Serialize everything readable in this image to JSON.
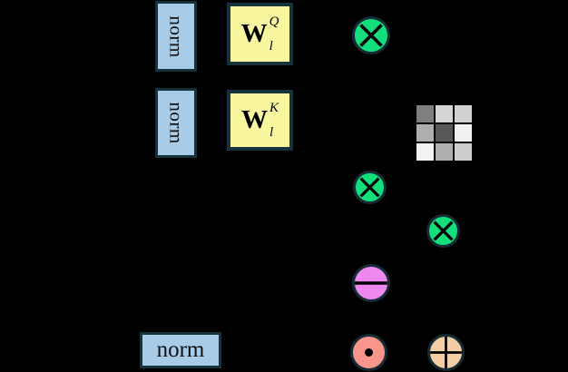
{
  "figure": {
    "description": "attention-mechanism block diagram on black background",
    "background": "#000000",
    "norm_vertical_1": {
      "label": "norm"
    },
    "norm_vertical_2": {
      "label": "norm"
    },
    "norm_bottom": {
      "label": "norm"
    },
    "weight_q": {
      "base": "W",
      "superscript": "Q",
      "subscript": "l"
    },
    "weight_k": {
      "base": "W",
      "superscript": "K",
      "subscript": "l"
    },
    "operators": {
      "multiply_top": {
        "symbol": "⊗",
        "meaning": "circled-times",
        "fill": "#13e07d"
      },
      "multiply_mid": {
        "symbol": "⊗",
        "meaning": "circled-times",
        "fill": "#13e07d"
      },
      "multiply_right": {
        "symbol": "⊗",
        "meaning": "circled-times",
        "fill": "#13e07d"
      },
      "subtract": {
        "symbol": "⊖",
        "meaning": "circled-minus",
        "fill": "#ee87ee"
      },
      "dot_product": {
        "symbol": "⊙",
        "meaning": "circled-dot",
        "fill": "#f8968c"
      },
      "add": {
        "symbol": "⊕",
        "meaning": "circled-plus",
        "fill": "#f3cda4"
      }
    },
    "attention_grid": {
      "rows": 3,
      "cols": 3,
      "cell_colors": [
        [
          "#7f7f7f",
          "#d5d5d5",
          "#d1d1d1"
        ],
        [
          "#aeaeae",
          "#575757",
          "#f0f0f0"
        ],
        [
          "#f2f2f2",
          "#aeaeae",
          "#cdcdcd"
        ]
      ]
    },
    "colors": {
      "box_border": "#17313d",
      "circle_border": "#152b36",
      "norm_fill": "#a8cbe8",
      "weight_fill": "#f8f7a0",
      "symbol_stroke": "#000000"
    }
  }
}
